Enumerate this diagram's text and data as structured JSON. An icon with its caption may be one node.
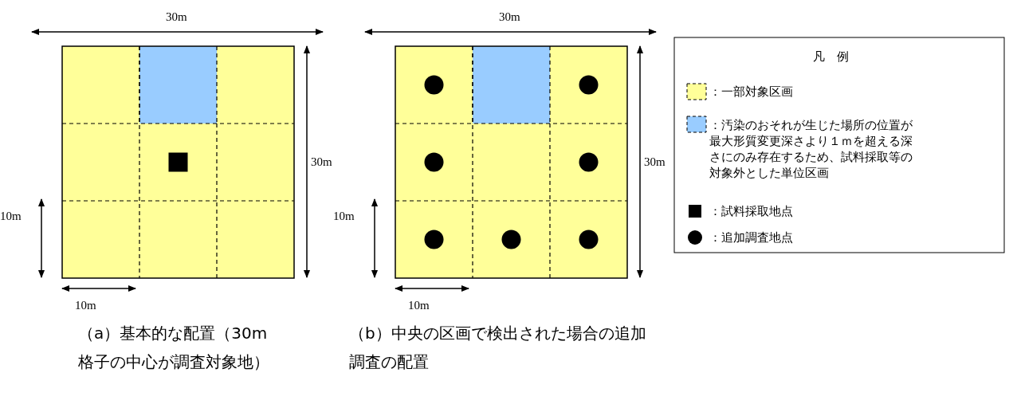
{
  "diagram": {
    "labels": [
      "30m",
      "30m",
      "10m",
      "10m",
      "30m",
      "30m",
      "10m",
      "10m",
      "（a）基本的な配置（30m格子の中心が調査対象地）",
      "（b）中央の区画で検出された場合の追加調査の配置",
      "凡　例"
    ],
    "legend": [
      {
        "text": "：一部対象区画",
        "color": "#ffff99"
      },
      {
        "text": "：汚染のおそれが生じた場所の位置が最大形質変更深さより１ｍを超える深さにのみ存在するため、試料採取等の対象外とした単位区画",
        "color": "#99ccff"
      },
      {
        "text": "：試料採取地点"
      },
      {
        "text": "：追加調査地点"
      }
    ]
  }
}
